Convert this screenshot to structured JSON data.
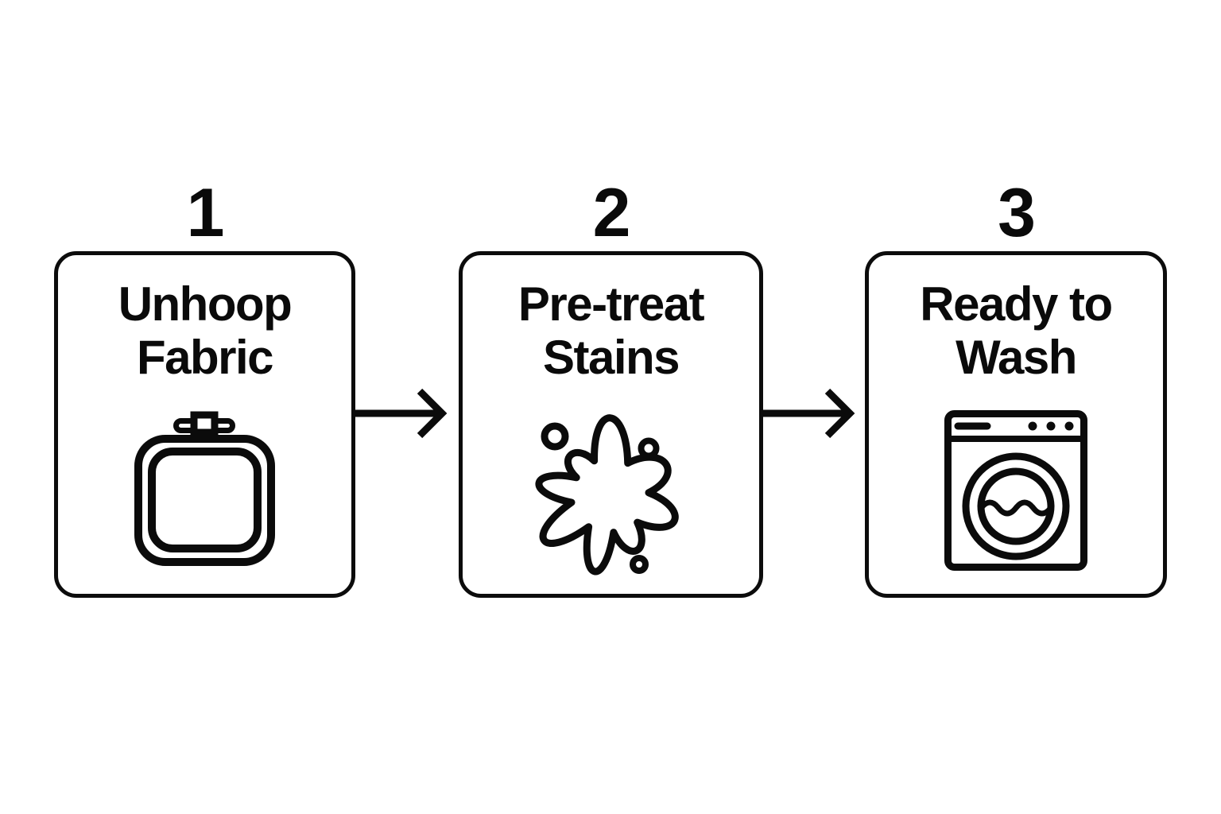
{
  "diagram": {
    "background_color": "#ffffff",
    "line_color": "#0b0b0b",
    "steps": [
      {
        "number": "1",
        "title": "Unhoop Fabric",
        "title_lines": [
          "Unhoop",
          "Fabric"
        ],
        "icon": "embroidery-hoop-icon"
      },
      {
        "number": "2",
        "title": "Pre-treat Stains",
        "title_lines": [
          "Pre-treat",
          "Stains"
        ],
        "icon": "stain-splat-icon"
      },
      {
        "number": "3",
        "title": "Ready to Wash",
        "title_lines": [
          "Ready to",
          "Wash"
        ],
        "icon": "washing-machine-icon"
      }
    ],
    "arrows": [
      {
        "from_step": "1",
        "to_step": "2",
        "direction": "right"
      },
      {
        "from_step": "2",
        "to_step": "3",
        "direction": "right"
      }
    ]
  }
}
